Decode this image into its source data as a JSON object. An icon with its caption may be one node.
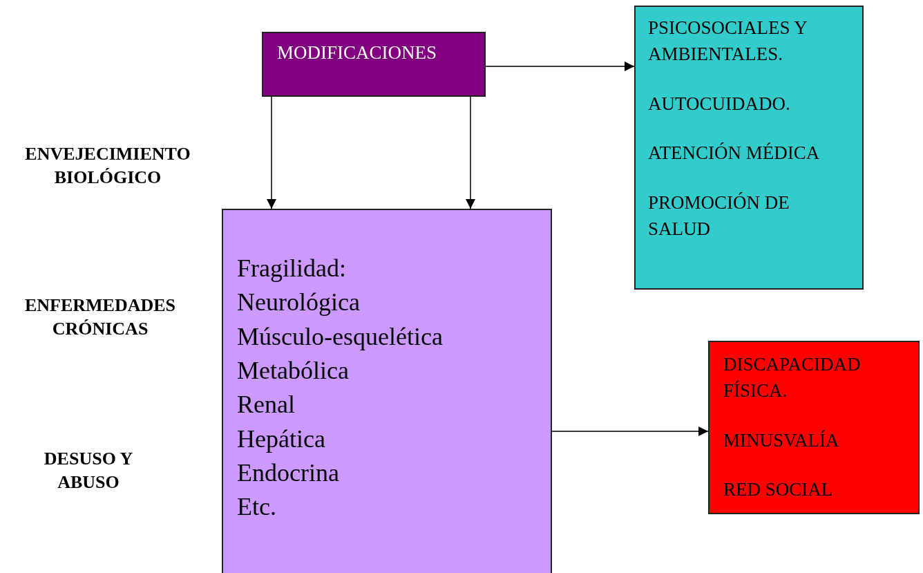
{
  "diagram": {
    "nodes": [
      {
        "text": [
          "MODIFICACIONES"
        ]
      },
      {
        "text": [
          "PSICOSOCIALES Y AMBIENTALES.",
          "AUTOCUIDADO.",
          "ATENCIÓN MÉDICA",
          "PROMOCIÓN DE SALUD"
        ]
      },
      {
        "text": [
          "Fragilidad:",
          "Neurológica",
          "Músculo-esquelética",
          "Metabólica",
          "Renal",
          "Hepática",
          "Endocrina",
          "Etc."
        ]
      },
      {
        "text": [
          "DISCAPACIDAD FÍSICA.",
          "MINUSVALÍA",
          "RED SOCIAL"
        ]
      }
    ],
    "edges": [
      {
        "from": 0,
        "to": 1,
        "arrow": "to"
      },
      {
        "from": 0,
        "to": 2,
        "arrow": "to"
      },
      {
        "from": 0,
        "to": 2,
        "arrow": "to"
      },
      {
        "from": 2,
        "to": 3,
        "arrow": "to"
      }
    ],
    "labels": [
      "ENVEJECIMIENTO BIOLÓGICO",
      "ENFERMEDADES CRÓNICAS",
      "DESUSO Y ABUSO"
    ]
  }
}
